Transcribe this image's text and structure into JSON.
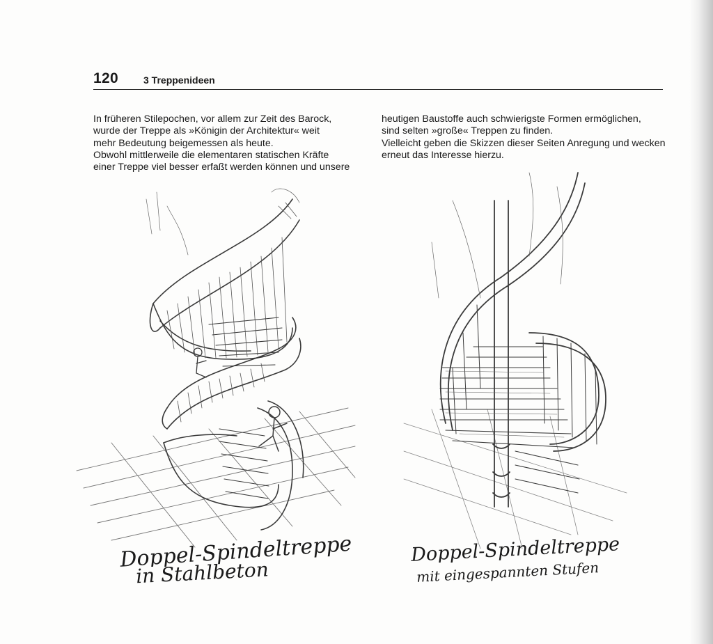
{
  "header": {
    "page_number": "120",
    "chapter_title": "3 Treppenideen"
  },
  "body_text": {
    "left_column": "In früheren Stilepochen, vor allem zur Zeit des Barock,\nwurde der Treppe als »Königin der Architektur« weit\nmehr Bedeutung beigemessen als heute.\nObwohl mittlerweile die elementaren statischen Kräfte\neiner Treppe viel besser erfaßt werden können und unsere",
    "right_column": "heutigen Baustoffe auch schwierigste Formen ermöglichen,\nsind selten »große« Treppen zu finden.\nVielleicht geben die Skizzen dieser Seiten Anregung und wecken\nerneut das Interesse hierzu."
  },
  "sketches": {
    "left": {
      "caption_line1": "Doppel-Spindeltreppe",
      "caption_line2": "in Stahlbeton"
    },
    "right": {
      "caption_line1": "Doppel-Spindeltreppe",
      "caption_line2": "mit eingespannten Stufen"
    }
  },
  "colors": {
    "ink": "#1a1a1a",
    "pencil": "#3a3a3a",
    "paper": "#fdfdfc"
  }
}
